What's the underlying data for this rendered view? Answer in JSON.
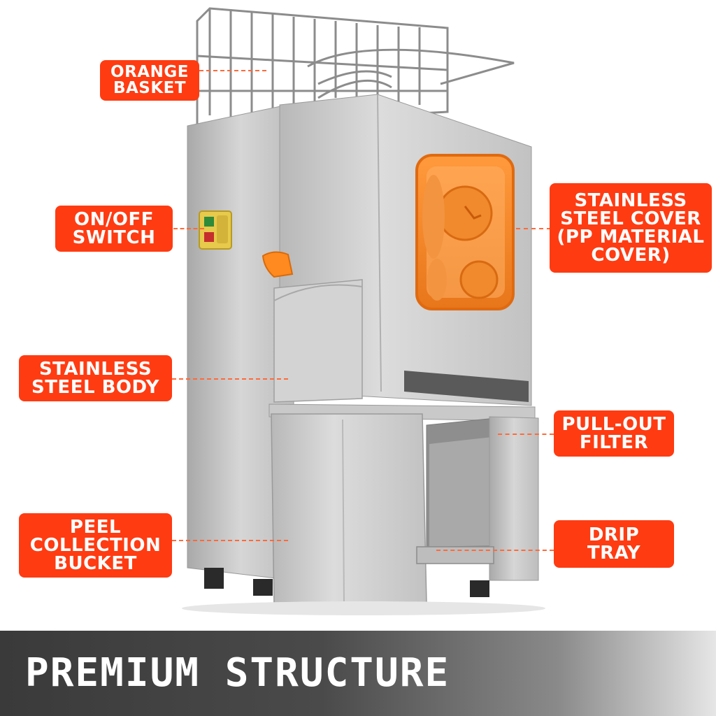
{
  "theme": {
    "accent": "#ff3b12",
    "banner_dark": "#3a3a3a",
    "steel": "#c4c4c4",
    "orange_window": "#ff8a2a"
  },
  "labels": {
    "orange_basket": "ORANGE\nBASKET",
    "on_off_switch": "ON/OFF\nSWITCH",
    "stainless_steel_cover": "STAINLESS\nSTEEL COVER\n(PP MATERIAL\nCOVER)",
    "stainless_steel_body": "STAINLESS\nSTEEL BODY",
    "pull_out_filter": "PULL-OUT\nFILTER",
    "peel_collection_bucket": "PEEL\nCOLLECTION\nBUCKET",
    "drip_tray": "DRIP\nTRAY"
  },
  "banner": {
    "title": "PREMIUM STRUCTURE"
  }
}
